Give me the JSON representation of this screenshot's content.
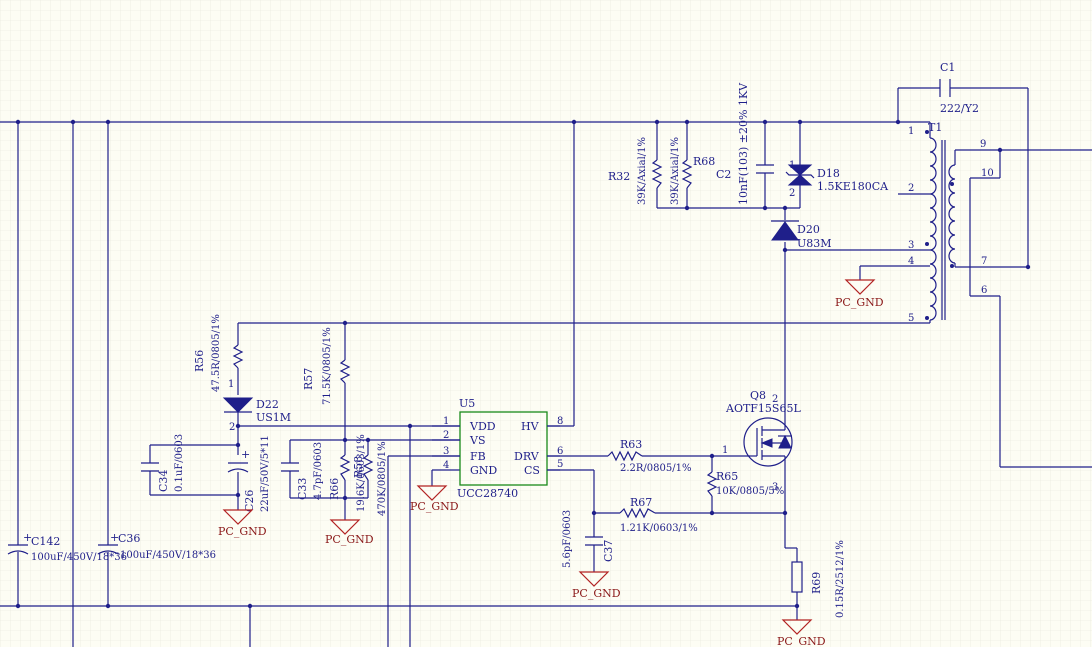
{
  "colors": {
    "background": "#fdfdf4",
    "grid": "#e6e6da",
    "wire": "#1f1f8a",
    "ground": "#b22222",
    "ground_label": "#8b1a1a"
  },
  "ground_label": "PC_GND",
  "components": {
    "C1": {
      "ref": "C1",
      "value": "222/Y2"
    },
    "T1": {
      "ref": "T1",
      "pins": [
        "1",
        "2",
        "3",
        "4",
        "5",
        "9",
        "10",
        "7",
        "6"
      ]
    },
    "R32": {
      "ref": "R32",
      "value": "39K/Axial/1%"
    },
    "R68": {
      "ref": "R68",
      "value": "39K/Axial/1%"
    },
    "C2": {
      "ref": "C2",
      "value": "10nF(103) ±20% 1KV"
    },
    "D18": {
      "ref": "D18",
      "value": "1.5KE180CA",
      "pin1": "1",
      "pin2": "2"
    },
    "D20": {
      "ref": "D20",
      "value": "U83M"
    },
    "R56": {
      "ref": "R56",
      "value": "47.5R/0805/1%"
    },
    "D22": {
      "ref": "D22",
      "value": "US1M",
      "pin1": "1",
      "pin2": "2"
    },
    "R57": {
      "ref": "R57",
      "value": "71.5K/0805/1%"
    },
    "C34": {
      "ref": "C34",
      "value": "0.1uF/0603"
    },
    "C26": {
      "ref": "C26",
      "value": "22uF/50V/5*11"
    },
    "C33": {
      "ref": "C33",
      "value": "4.7pF/0603"
    },
    "R66": {
      "ref": "R66",
      "value": "19.6K/0603/1%"
    },
    "R58": {
      "ref": "R58",
      "value": "470K/0805/1%"
    },
    "U5": {
      "ref": "U5",
      "part": "UCC28740",
      "pins_left": [
        {
          "num": "1",
          "name": "VDD"
        },
        {
          "num": "2",
          "name": "VS"
        },
        {
          "num": "3",
          "name": "FB"
        },
        {
          "num": "4",
          "name": "GND"
        }
      ],
      "pins_right": [
        {
          "num": "8",
          "name": "HV"
        },
        {
          "num": "6",
          "name": "DRV"
        },
        {
          "num": "5",
          "name": "CS"
        }
      ]
    },
    "R63": {
      "ref": "R63",
      "value": "2.2R/0805/1%"
    },
    "R65": {
      "ref": "R65",
      "value": "10K/0805/5%"
    },
    "R67": {
      "ref": "R67",
      "value": "1.21K/0603/1%"
    },
    "C37": {
      "ref": "C37",
      "value": "5.6pF/0603"
    },
    "Q8": {
      "ref": "Q8",
      "value": "AOTF15S65L",
      "pin1": "1",
      "pin2": "2",
      "pin3": "3"
    },
    "R69": {
      "ref": "R69",
      "value": "0.15R/2512/1%"
    },
    "C142": {
      "ref": "C142",
      "value": "100uF/450V/18*36"
    },
    "C36": {
      "ref": "C36",
      "value": "100uF/450V/18*36"
    }
  }
}
